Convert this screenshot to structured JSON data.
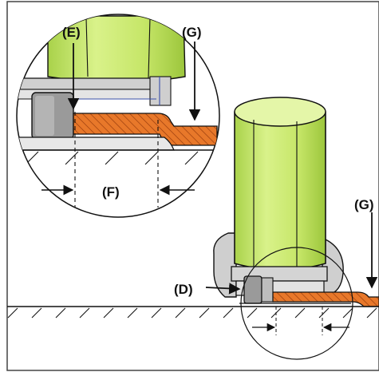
{
  "labels": {
    "e": "(E)",
    "g_top": "(G)",
    "f": "(F)",
    "g_right": "(G)",
    "d": "(D)"
  },
  "colors": {
    "frame": "#444444",
    "motor_green": "#c9e86a",
    "motor_highlight": "#e4f6a8",
    "plate_orange": "#e8782a",
    "base_gray": "#bdbdbd",
    "clamp_gray": "#9a9a9a",
    "line": "#111111",
    "guide_blue": "#3a4fa8"
  },
  "icons": {
    "e_arrow": "arrow-down-icon",
    "g_arrow": "arrow-down-icon",
    "d_arrow": "arrow-right-icon",
    "f_arrows": "arrow-inward-icon"
  }
}
